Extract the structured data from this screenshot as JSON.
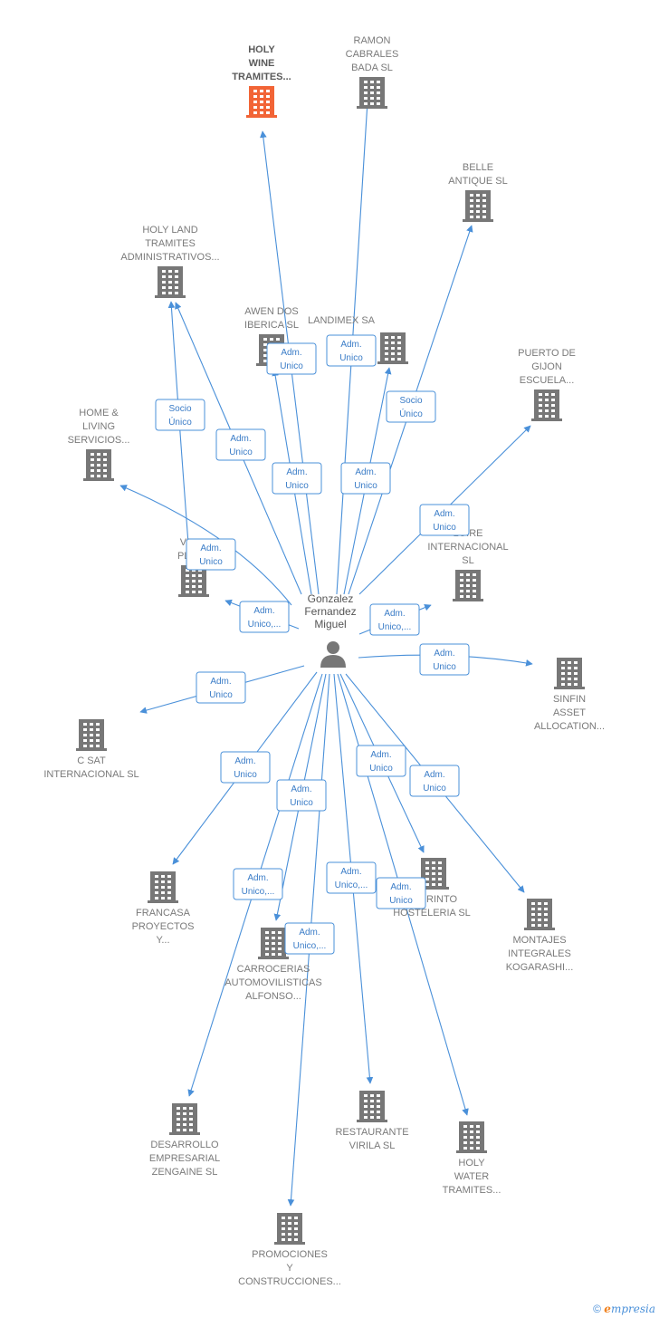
{
  "colors": {
    "edge": "#4a90d9",
    "building": "#777777",
    "building_highlight": "#f26436",
    "person": "#777777",
    "label": "#7a7a7a"
  },
  "center": {
    "name_lines": [
      "Gonzalez",
      "Fernandez",
      "Miguel"
    ],
    "icon": "person-icon"
  },
  "companies": [
    {
      "id": "holy-wine",
      "lines": [
        "HOLY",
        "WINE",
        "TRAMITES..."
      ],
      "highlight": true
    },
    {
      "id": "ramon-cabrales",
      "lines": [
        "RAMON",
        "CABRALES",
        "BADA SL"
      ]
    },
    {
      "id": "belle-antique",
      "lines": [
        "BELLE",
        "ANTIQUE  SL"
      ]
    },
    {
      "id": "holy-land",
      "lines": [
        "HOLY LAND",
        "TRAMITES",
        "ADMINISTRATIVOS..."
      ]
    },
    {
      "id": "awen-dos",
      "lines": [
        "AWEN DOS",
        "IBERICA  SL"
      ]
    },
    {
      "id": "landimex",
      "lines": [
        "LANDIMEX SA"
      ]
    },
    {
      "id": "puerto-gijon",
      "lines": [
        "PUERTO DE",
        "GIJON",
        "ESCUELA..."
      ]
    },
    {
      "id": "home-living",
      "lines": [
        "HOME &",
        "LIVING",
        "SERVICIOS..."
      ]
    },
    {
      "id": "vega-place",
      "lines": [
        "VEGA",
        "PLACE"
      ]
    },
    {
      "id": "loire",
      "lines": [
        "LOIRE",
        "INTERNACIONAL",
        "SL"
      ]
    },
    {
      "id": "sinfin",
      "lines": [
        "SINFIN",
        "ASSET",
        "ALLOCATION..."
      ]
    },
    {
      "id": "c-sat",
      "lines": [
        "C SAT",
        "INTERNACIONAL SL"
      ]
    },
    {
      "id": "francasa",
      "lines": [
        "FRANCASA",
        "PROYECTOS",
        "Y..."
      ]
    },
    {
      "id": "carrocerias",
      "lines": [
        "CARROCERIAS",
        "AUTOMOVILISTICAS",
        "ALFONSO..."
      ]
    },
    {
      "id": "laberinto",
      "lines": [
        "ABERINTO",
        "HOSTELERIA SL"
      ]
    },
    {
      "id": "montajes",
      "lines": [
        "MONTAJES",
        "INTEGRALES",
        "KOGARASHI..."
      ]
    },
    {
      "id": "desarrollo",
      "lines": [
        "DESARROLLO",
        "EMPRESARIAL",
        "ZENGAINE  SL"
      ]
    },
    {
      "id": "restaurante",
      "lines": [
        "RESTAURANTE",
        "VIRILA  SL"
      ]
    },
    {
      "id": "holy-water",
      "lines": [
        "HOLY",
        "WATER",
        "TRAMITES..."
      ]
    },
    {
      "id": "promociones",
      "lines": [
        "PROMOCIONES",
        "Y",
        "CONSTRUCCIONES..."
      ]
    }
  ],
  "relations": [
    {
      "target": "holy-wine",
      "lines": [
        "Adm.",
        "Unico"
      ]
    },
    {
      "target": "ramon-cabrales",
      "lines": [
        "Adm.",
        "Unico"
      ]
    },
    {
      "target": "belle-antique",
      "lines": [
        "Socio",
        "Único"
      ]
    },
    {
      "target": "holy-land",
      "lines": [
        "Adm.",
        "Unico"
      ]
    },
    {
      "target": "holy-land",
      "lines": [
        "Socio",
        "Único"
      ]
    },
    {
      "target": "awen-dos",
      "lines": [
        "Adm.",
        "Unico"
      ]
    },
    {
      "target": "landimex",
      "lines": [
        "Adm.",
        "Unico"
      ]
    },
    {
      "target": "puerto-gijon",
      "lines": [
        "Adm.",
        "Unico"
      ]
    },
    {
      "target": "home-living",
      "lines": [
        "Adm.",
        "Unico"
      ]
    },
    {
      "target": "vega-place",
      "lines": [
        "Adm.",
        "Unico,..."
      ]
    },
    {
      "target": "loire",
      "lines": [
        "Adm.",
        "Unico,..."
      ]
    },
    {
      "target": "sinfin",
      "lines": [
        "Adm.",
        "Unico"
      ]
    },
    {
      "target": "c-sat",
      "lines": [
        "Adm.",
        "Unico"
      ]
    },
    {
      "target": "francasa",
      "lines": [
        "Adm.",
        "Unico"
      ]
    },
    {
      "target": "carrocerias",
      "lines": [
        "Adm.",
        "Unico"
      ]
    },
    {
      "target": "laberinto",
      "lines": [
        "Adm.",
        "Unico"
      ]
    },
    {
      "target": "montajes",
      "lines": [
        "Adm.",
        "Unico"
      ]
    },
    {
      "target": "desarrollo",
      "lines": [
        "Adm.",
        "Unico,..."
      ]
    },
    {
      "target": "restaurante",
      "lines": [
        "Adm.",
        "Unico,..."
      ]
    },
    {
      "target": "holy-water",
      "lines": [
        "Adm.",
        "Unico"
      ]
    },
    {
      "target": "promociones",
      "lines": [
        "Adm.",
        "Unico,..."
      ]
    }
  ],
  "footer": {
    "copyright": "©",
    "brand_initial": "e",
    "brand_rest": "mpresia"
  }
}
